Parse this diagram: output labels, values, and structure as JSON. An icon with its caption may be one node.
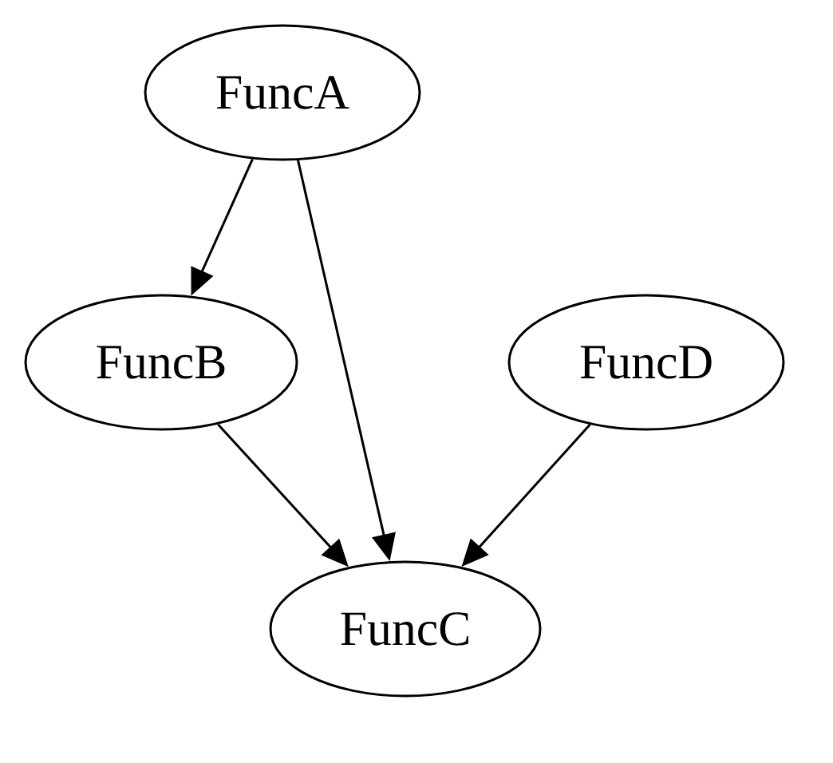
{
  "diagram": {
    "nodes": [
      {
        "text": [
          "FuncA"
        ]
      },
      {
        "text": [
          "FuncB"
        ]
      },
      {
        "text": [
          "FuncD"
        ]
      },
      {
        "text": [
          "FuncC"
        ]
      }
    ],
    "edges": [
      {
        "from": 0,
        "to": 1,
        "arrow": "to"
      },
      {
        "from": 0,
        "to": 3,
        "arrow": "to"
      },
      {
        "from": 1,
        "to": 3,
        "arrow": "to"
      },
      {
        "from": 2,
        "to": 3,
        "arrow": "to"
      }
    ]
  }
}
